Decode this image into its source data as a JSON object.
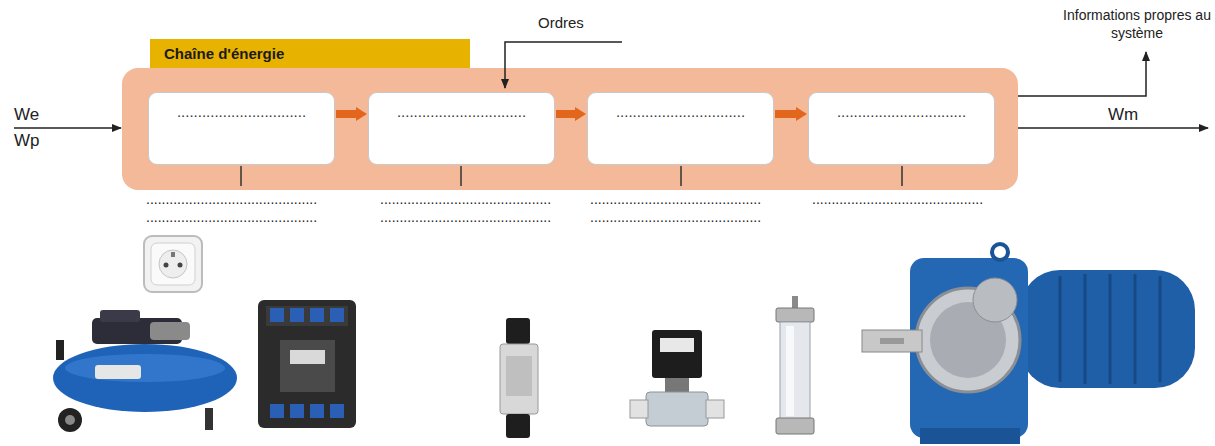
{
  "diagram": {
    "nodes": [
      {
        "text": [
          "Chaîne d'énergie"
        ]
      },
      {
        "text": [
          "..............................."
        ],
        "in": 0
      },
      {
        "text": [
          "..............................."
        ],
        "in": 0
      },
      {
        "text": [
          "..............................."
        ],
        "in": 0
      },
      {
        "text": [
          "..............................."
        ],
        "in": 0
      }
    ],
    "edges": [
      {
        "from": 1,
        "to": 2,
        "arrow": "to"
      },
      {
        "from": 2,
        "to": 3,
        "arrow": "to"
      },
      {
        "from": 3,
        "to": 4,
        "arrow": "to"
      }
    ],
    "labels": [
      "Ordres",
      "Informations propres au système",
      "We",
      "Wp",
      "Wm",
      "............................................",
      "............................................",
      "............................................",
      "............................................",
      "............................................",
      "............................................",
      "............................................"
    ]
  }
}
